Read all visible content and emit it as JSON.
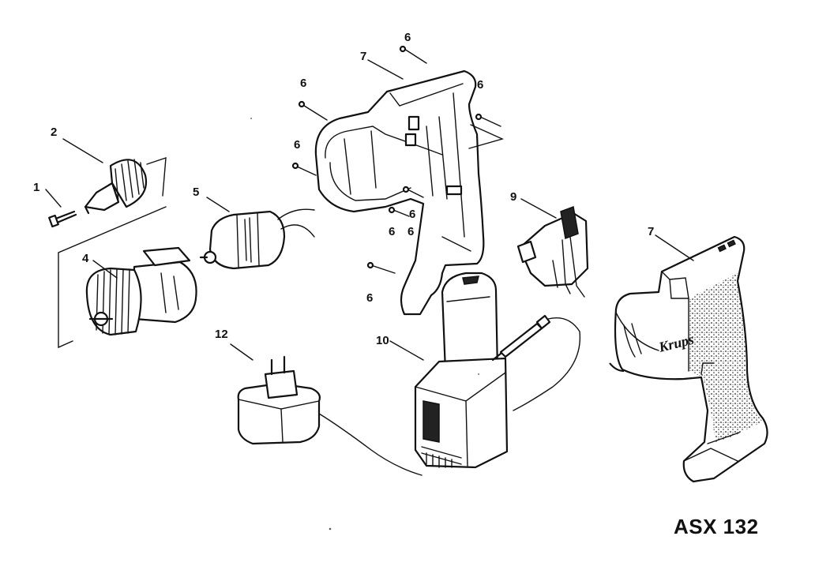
{
  "model_code": "ASX 132",
  "brand_mark": "Krups",
  "callouts": {
    "p1": "1",
    "p2": "2",
    "p4": "4",
    "p5": "5",
    "p6a": "6",
    "p6b": "6",
    "p6c": "6",
    "p6d": "6",
    "p6e": "6",
    "p6f": "6",
    "p6g": "6",
    "p6h": "6",
    "p7a": "7",
    "p7b": "7",
    "p9": "9",
    "p10": "10",
    "p12": "12"
  }
}
